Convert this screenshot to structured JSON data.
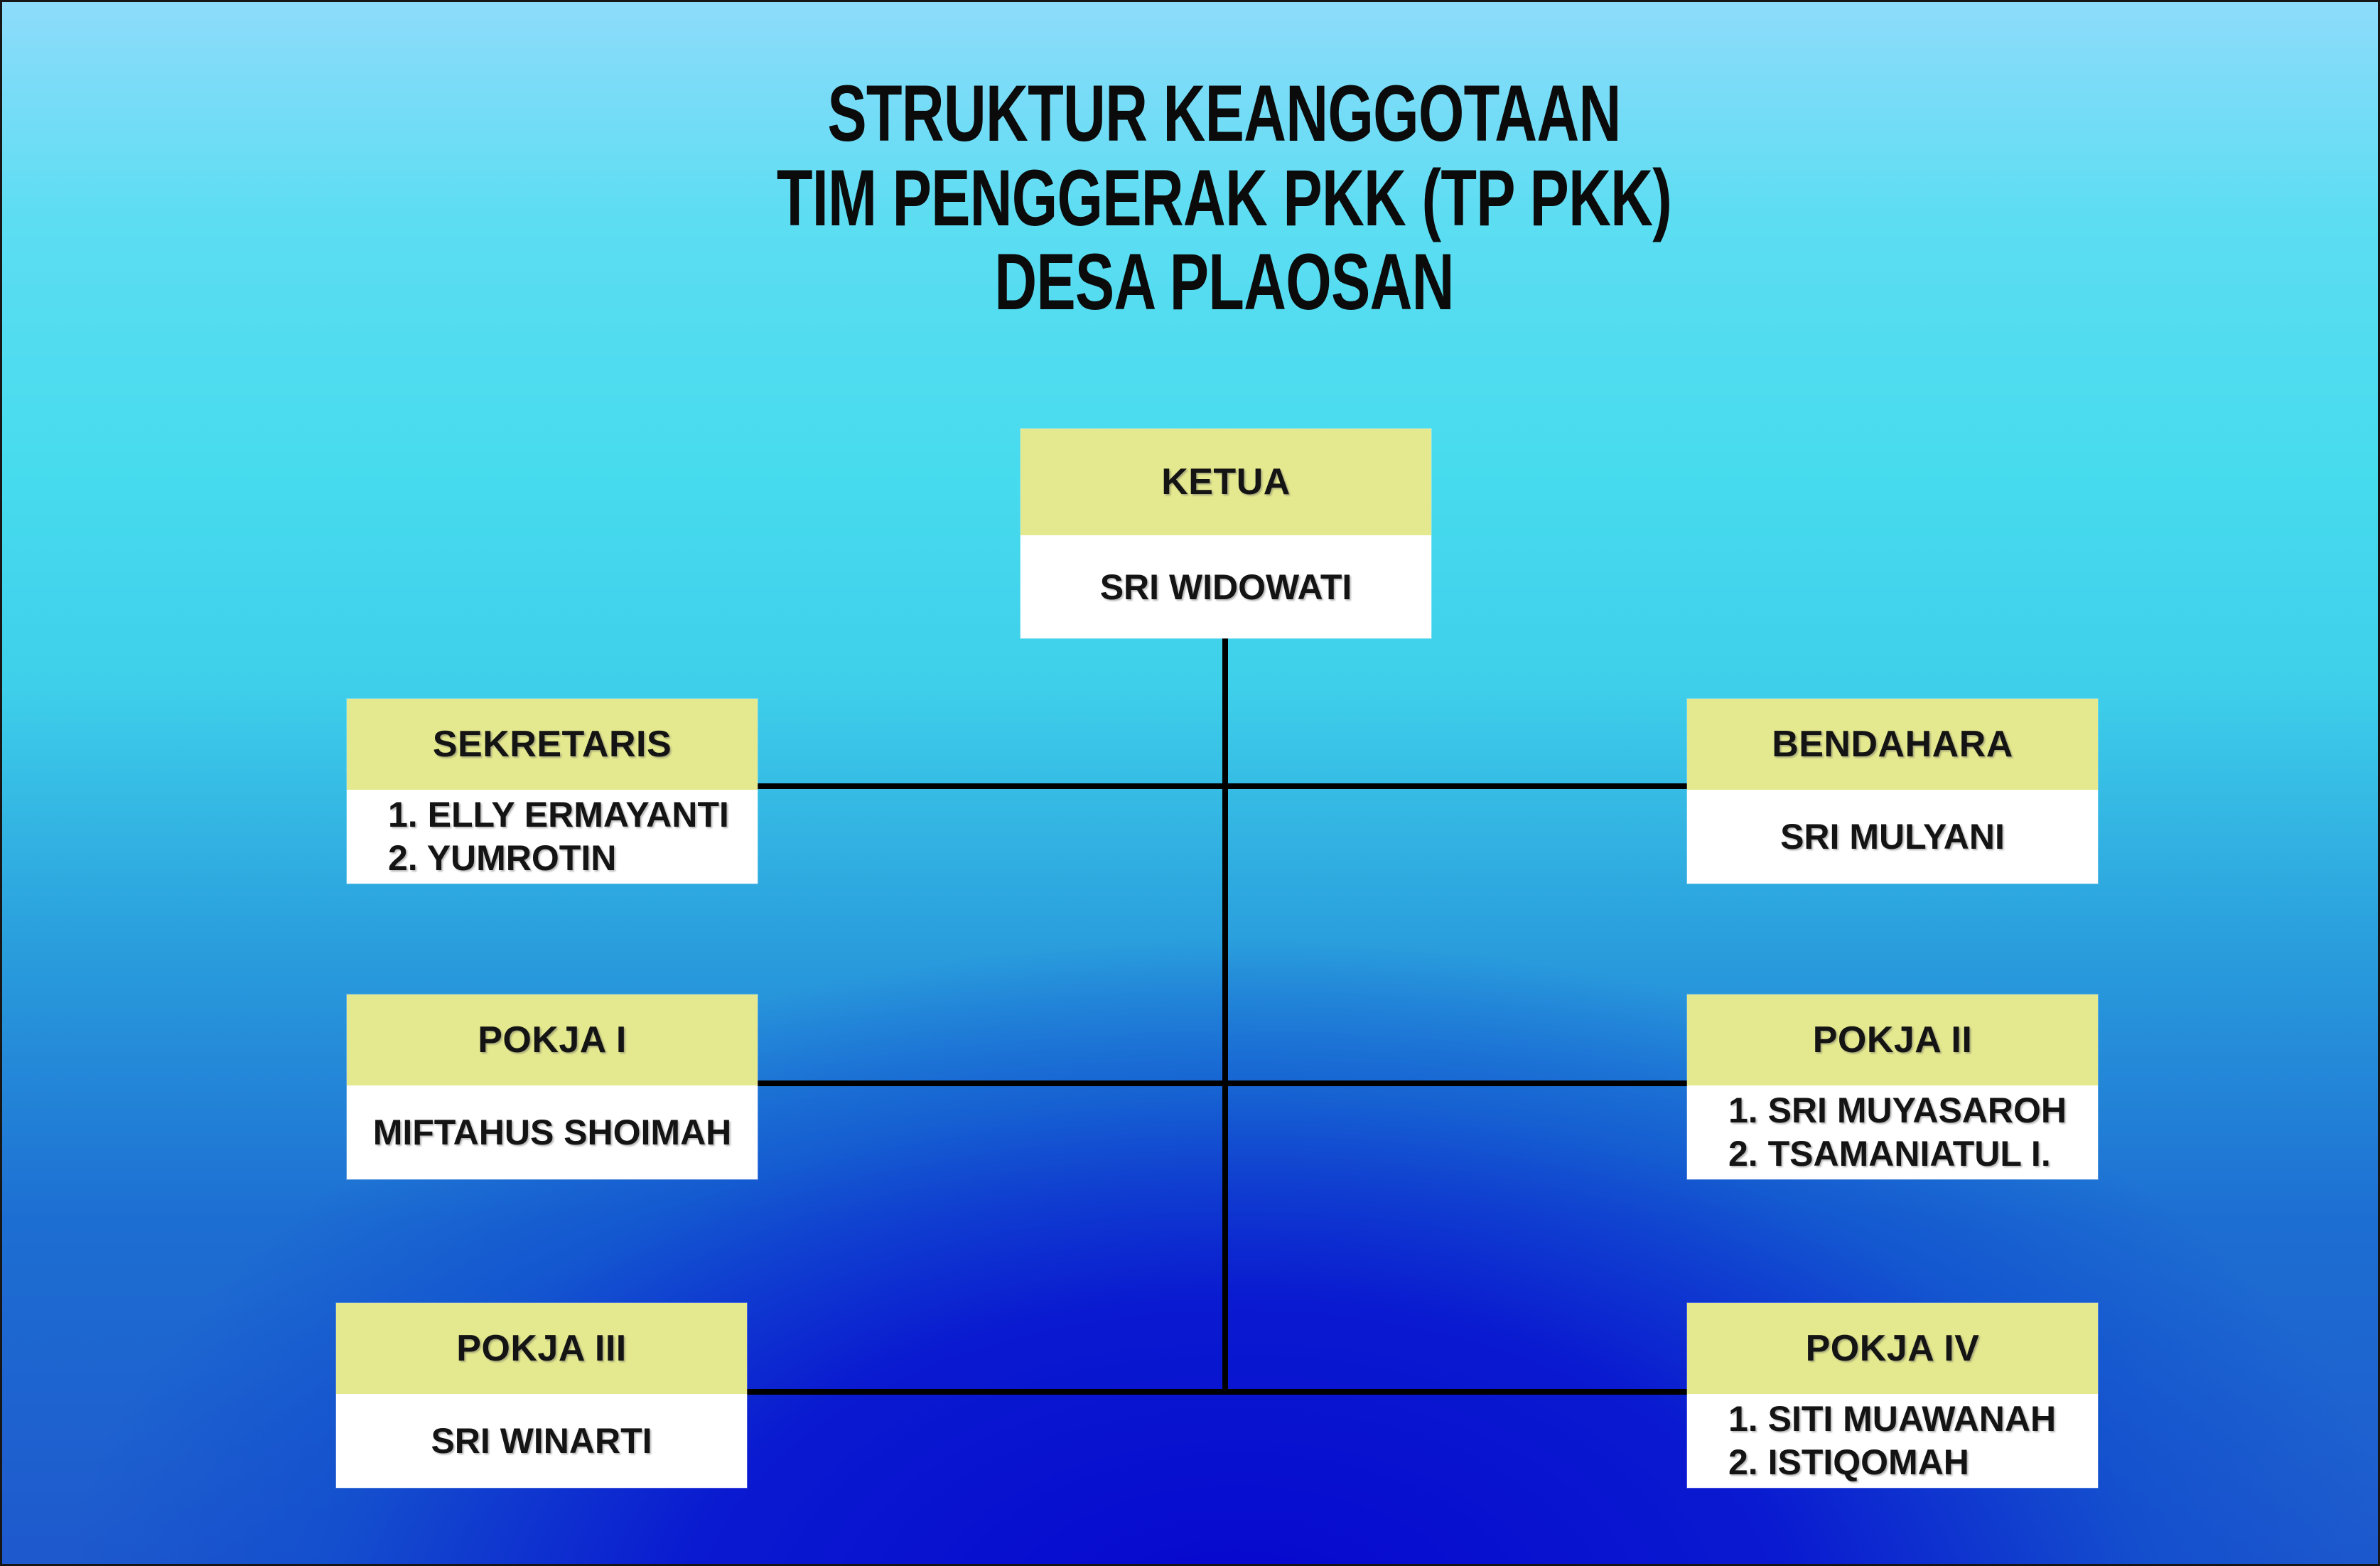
{
  "title": {
    "line1": "STRUKTUR KEANGGOTAAN",
    "line2": "TIM PENGGERAK PKK (TP PKK)",
    "line3": "DESA PLAOSAN"
  },
  "colors": {
    "header_fill": "#e4e88e",
    "body_fill": "#ffffff",
    "connector": "#000000",
    "text": "#141414",
    "bg_top": "#8ddcfb",
    "bg_cyan": "#47dbee",
    "bg_mid_blue": "#2a9fdd",
    "bg_deep_blue": "#0606ce"
  },
  "org": {
    "nodes": [
      {
        "id": "ketua",
        "title": "KETUA",
        "members": [
          "SRI WIDOWATI"
        ]
      },
      {
        "id": "sekretaris",
        "title": "SEKRETARIS",
        "members": [
          "1. ELLY ERMAYANTI",
          "2. YUMROTIN"
        ]
      },
      {
        "id": "bendahara",
        "title": "BENDAHARA",
        "members": [
          "SRI MULYANI"
        ]
      },
      {
        "id": "pokja-i",
        "title": "POKJA I",
        "members": [
          "MIFTAHUS SHOIMAH"
        ]
      },
      {
        "id": "pokja-ii",
        "title": "POKJA II",
        "members": [
          "1. SRI MUYASAROH",
          "2. TSAMANIATUL I."
        ]
      },
      {
        "id": "pokja-iii",
        "title": "POKJA III",
        "members": [
          "SRI WINARTI"
        ]
      },
      {
        "id": "pokja-iv",
        "title": "POKJA IV",
        "members": [
          "1. SITI MUAWANAH",
          "2. ISTIQOMAH"
        ]
      }
    ]
  }
}
